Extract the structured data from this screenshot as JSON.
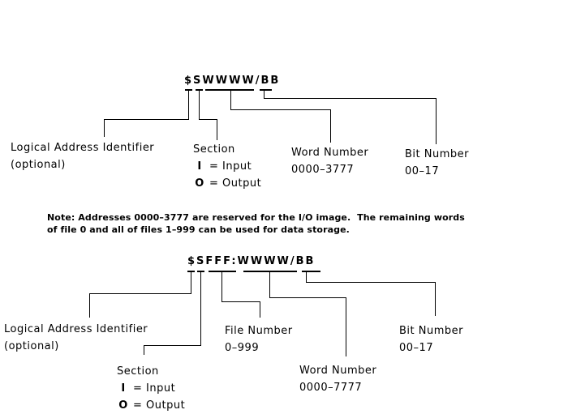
{
  "diagram_top": {
    "address_format": "$SWWWW/BB",
    "logical_address": {
      "line1": "Logical Address Identifier",
      "line2": "(optional)"
    },
    "section": {
      "title": "Section",
      "rows": [
        {
          "key": "I",
          "value": "= Input"
        },
        {
          "key": "O",
          "value": "= Output"
        }
      ]
    },
    "word_number": {
      "title": "Word Number",
      "range": "0000–3777"
    },
    "bit_number": {
      "title": "Bit Number",
      "range": "00–17"
    }
  },
  "note": {
    "line1": "Note: Addresses 0000–3777 are reserved for the I/O image.  The remaining words",
    "line2": "of file 0 and all of files 1–999 can be used for data storage."
  },
  "diagram_bottom": {
    "address_format": "$SFFF:WWWW/BB",
    "logical_address": {
      "line1": "Logical Address Identifier",
      "line2": "(optional)"
    },
    "section": {
      "title": "Section",
      "rows": [
        {
          "key": "I",
          "value": "= Input"
        },
        {
          "key": "O",
          "value": "= Output"
        }
      ]
    },
    "file_number": {
      "title": "File Number",
      "range": "0–999"
    },
    "word_number": {
      "title": "Word Number",
      "range": "0000–7777"
    },
    "bit_number": {
      "title": "Bit Number",
      "range": "00–17"
    }
  }
}
